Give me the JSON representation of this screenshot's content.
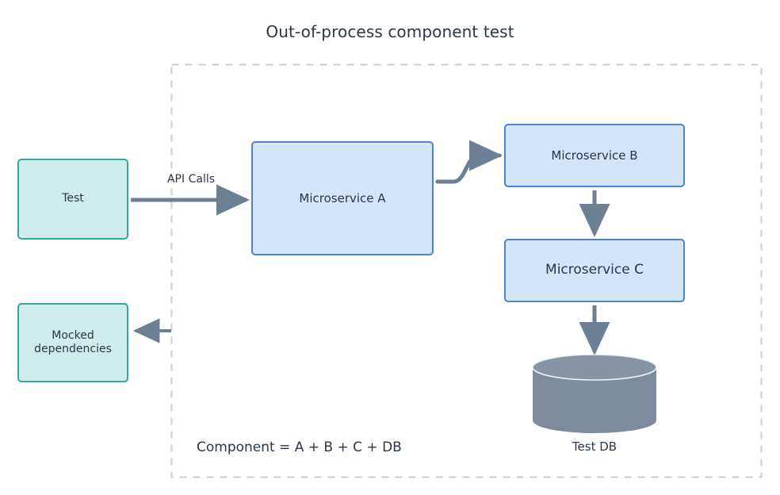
{
  "diagram": {
    "title": "Out-of-process component test",
    "background_color": "#ffffff",
    "title_color": "#2b3648",
    "boundary": {
      "name": "component-boundary",
      "style": "dashed",
      "color": "#c9ced6",
      "caption": "Component = A + B + C + DB"
    },
    "palette": {
      "teal_fill": "#cfeceb",
      "teal_stroke": "#35a79c",
      "blue_fill": "#d4e5f7",
      "blue_stroke": "#4a86c8",
      "arrow_color": "#6d7f93",
      "db_body": "#7d8b9c",
      "db_top": "#8694a4",
      "text_color": "#2b3648"
    },
    "nodes": [
      {
        "id": "test",
        "label": "Test",
        "shape": "rounded-rect",
        "fill": "#cfeceb",
        "stroke": "#35a79c",
        "inside_boundary": false
      },
      {
        "id": "mocked",
        "label_line1": "Mocked",
        "label_line2": "dependencies",
        "shape": "rounded-rect",
        "fill": "#cfeceb",
        "stroke": "#35a79c",
        "inside_boundary": false
      },
      {
        "id": "ms_a",
        "label": "Microservice A",
        "shape": "rounded-rect",
        "fill": "#d4e5f7",
        "stroke": "#4a86c8",
        "inside_boundary": true
      },
      {
        "id": "ms_b",
        "label": "Microservice B",
        "shape": "rounded-rect",
        "fill": "#d4e5f7",
        "stroke": "#4a86c8",
        "inside_boundary": true
      },
      {
        "id": "ms_c",
        "label": "Microservice C",
        "shape": "rounded-rect",
        "fill": "#d4e5f7",
        "stroke": "#4a86c8",
        "inside_boundary": true
      },
      {
        "id": "test_db",
        "label": "Test DB",
        "shape": "cylinder",
        "fill": "#7d8b9c",
        "inside_boundary": true
      }
    ],
    "edges": [
      {
        "id": "test-to-ms-a",
        "from": "test",
        "to": "ms_a",
        "label": "API Calls",
        "style": "straight",
        "direction": "right"
      },
      {
        "id": "ms-a-to-ms-b",
        "from": "ms_a",
        "to": "ms_b",
        "label": "",
        "style": "s-curve",
        "direction": "right"
      },
      {
        "id": "ms-b-to-ms-c",
        "from": "ms_b",
        "to": "ms_c",
        "label": "",
        "style": "straight",
        "direction": "down"
      },
      {
        "id": "ms-c-to-test-db",
        "from": "ms_c",
        "to": "test_db",
        "label": "",
        "style": "straight",
        "direction": "down"
      },
      {
        "id": "boundary-to-mocked",
        "from": "boundary",
        "to": "mocked",
        "label": "",
        "style": "straight",
        "direction": "left"
      }
    ]
  }
}
